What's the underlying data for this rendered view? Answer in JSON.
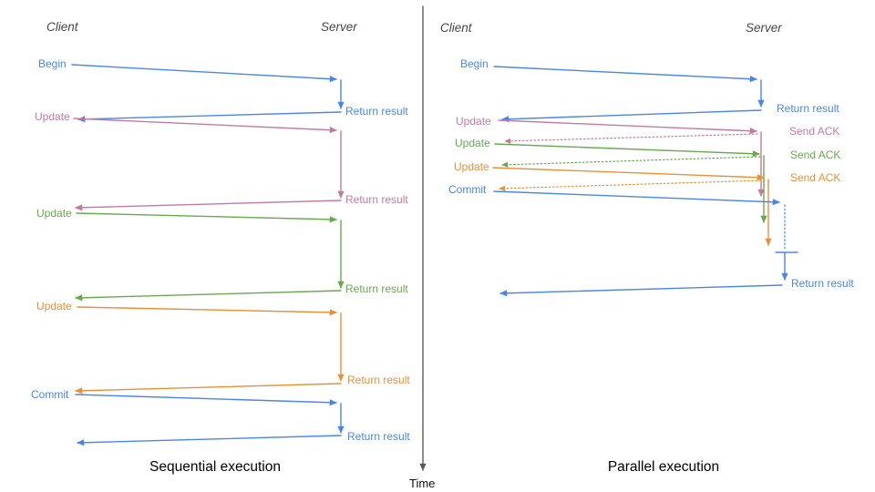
{
  "colors": {
    "blue": "#4a86e8",
    "pink": "#c27ba0",
    "green": "#6aa84f",
    "orange": "#e69138",
    "axis": "#595959",
    "header": "#474747"
  },
  "timeline": {
    "label": "Time"
  },
  "left": {
    "title": "Sequential execution",
    "client_header": "Client",
    "server_header": "Server",
    "messages": [
      {
        "label": "Begin",
        "color": "blue",
        "return_label": "Return result"
      },
      {
        "label": "Update",
        "color": "pink",
        "return_label": "Return result"
      },
      {
        "label": "Update",
        "color": "green",
        "return_label": "Return result"
      },
      {
        "label": "Update",
        "color": "orange",
        "return_label": "Return result"
      },
      {
        "label": "Commit",
        "color": "blue",
        "return_label": "Return result"
      }
    ]
  },
  "right": {
    "title": "Parallel execution",
    "client_header": "Client",
    "server_header": "Server",
    "messages": [
      {
        "label": "Begin",
        "color": "blue",
        "response_label": "Return result"
      },
      {
        "label": "Update",
        "color": "pink",
        "response_label": "Send ACK"
      },
      {
        "label": "Update",
        "color": "green",
        "response_label": "Send ACK"
      },
      {
        "label": "Update",
        "color": "orange",
        "response_label": "Send ACK"
      },
      {
        "label": "Commit",
        "color": "blue",
        "response_label": "Return result"
      }
    ]
  }
}
